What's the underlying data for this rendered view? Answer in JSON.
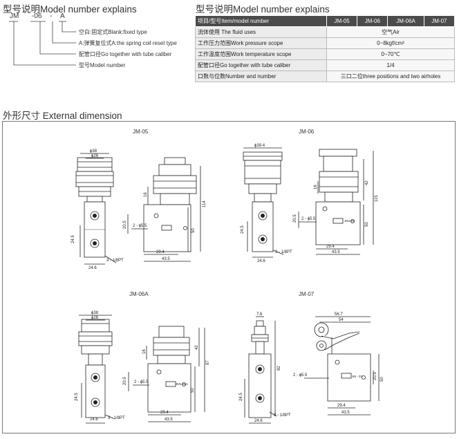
{
  "model_section": {
    "title": "型号说明Model number explains",
    "code_parts": [
      "JM",
      "-06",
      "-",
      "A"
    ],
    "descriptions": [
      "空白:固定式Blank:fixed type",
      "A:弹簧复位式A:the spring coil reset type",
      "配管口径Go together with tube caliber",
      "型号Model number"
    ]
  },
  "spec_section": {
    "title": "型号说明Model number explains",
    "header": [
      "项目/型号Item/model number",
      "JM-05",
      "JM-06",
      "JM-06A",
      "JM-07"
    ],
    "rows": [
      {
        "label": "流体使用 The fluid uses",
        "value": "空气Air"
      },
      {
        "label": "工作压力范围Work pressure scope",
        "value": "0~8kgf/cm²"
      },
      {
        "label": "工作温度范围Work temperature scope",
        "value": "0~70℃"
      },
      {
        "label": "配管口径Go together with tube caliber",
        "value": "1/4"
      },
      {
        "label": "口数与位数Number and number",
        "value": "三口二位three positions and two airholes"
      }
    ]
  },
  "dimension_section": {
    "title": "外形尺寸 External dimension",
    "drawings": [
      {
        "name": "JM-05",
        "dims": {
          "d1": "ϕ38",
          "d2": "ϕ26",
          "h1": "16",
          "total": "114",
          "h2": "50",
          "h3": "20.5",
          "h4": "24.5",
          "port": "2 - ϕ5.5",
          "w1": "29.4",
          "w2": "43.5",
          "w3": "24.6",
          "thread": "3 - 1/8PT"
        }
      },
      {
        "name": "JM-06",
        "dims": {
          "d1": "ϕ39.4",
          "h1": "16",
          "h5": "42",
          "total": "115",
          "h2": "50",
          "h3": "20.5",
          "h4": "24.5",
          "port": "2 - ϕ5.5",
          "w1": "29.4",
          "w2": "43.5",
          "w3": "24.6",
          "thread": "3 - 1/8PT",
          "nameplate": "JM1-06"
        }
      },
      {
        "name": "JM-06A",
        "dims": {
          "d1": "ϕ38",
          "d2": "ϕ26",
          "h1": "16",
          "h5": "42",
          "total": "97",
          "h2": "50",
          "h3": "20.5",
          "h4": "24.5",
          "port": "2 - ϕ5.5",
          "w1": "29.4",
          "w2": "43.5",
          "w3": "24.6",
          "thread": "3 - 1/8PT",
          "nameplate": "JM1-06A"
        }
      },
      {
        "name": "JM-07",
        "dims": {
          "w4": "7.6",
          "w5": "56.7",
          "w6": "54",
          "total": "82",
          "h2": "50",
          "h3": "20.5",
          "h4": "24.5",
          "port": "2 - ϕ5.5",
          "w1": "29.4",
          "w2": "43.5",
          "w3": "24.6",
          "thread": "3 - 1/8PT",
          "nameplate": "JM - 07"
        }
      }
    ]
  }
}
